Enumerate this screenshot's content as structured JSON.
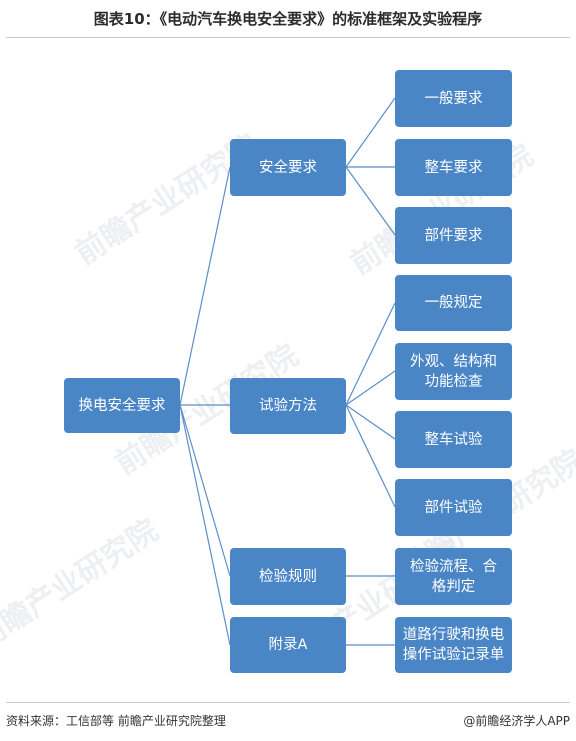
{
  "title": "图表10：《电动汽车换电安全要求》的标准框架及实验程序",
  "root": {
    "label": "换电安全要求"
  },
  "categories": [
    {
      "label": "安全要求",
      "children": [
        "一般要求",
        "整车要求",
        "部件要求"
      ]
    },
    {
      "label": "试验方法",
      "children": [
        "一般规定",
        "外观、结构和功能检查",
        "整车试验",
        "部件试验"
      ]
    },
    {
      "label": "检验规则",
      "children": [
        "检验流程、合格判定"
      ]
    },
    {
      "label": "附录A",
      "children": [
        "道路行驶和换电操作试验记录单"
      ]
    }
  ],
  "watermark": "前瞻产业研究院",
  "footer": {
    "source": "资料来源：工信部等 前瞻产业研究院整理",
    "brand": "@前瞻经济学人APP"
  },
  "colors": {
    "box": "#4a86c5",
    "line": "#5b8fc8"
  }
}
